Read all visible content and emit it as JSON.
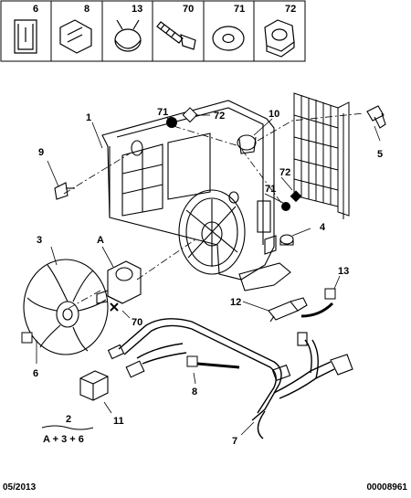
{
  "legend": {
    "items": [
      {
        "ref": "6",
        "icon": "clip-icon"
      },
      {
        "ref": "8",
        "icon": "bracket-clip-icon"
      },
      {
        "ref": "13",
        "icon": "hose-clamp-icon"
      },
      {
        "ref": "70",
        "icon": "bolt-icon"
      },
      {
        "ref": "71",
        "icon": "washer-icon"
      },
      {
        "ref": "72",
        "icon": "nut-icon"
      }
    ]
  },
  "callouts": {
    "c1": "1",
    "c9": "9",
    "c71a": "71",
    "c72a": "72",
    "c10": "10",
    "c5": "5",
    "c72b": "72",
    "c71b": "71",
    "c4": "4",
    "c3": "3",
    "cA": "A",
    "c70": "70",
    "c12": "12",
    "c13": "13",
    "c6": "6",
    "c8": "8",
    "c11": "11",
    "c7": "7"
  },
  "kit": {
    "number": "2",
    "formula": "A + 3 + 6"
  },
  "footer": {
    "date": "05/2013",
    "ref": "00008961"
  }
}
